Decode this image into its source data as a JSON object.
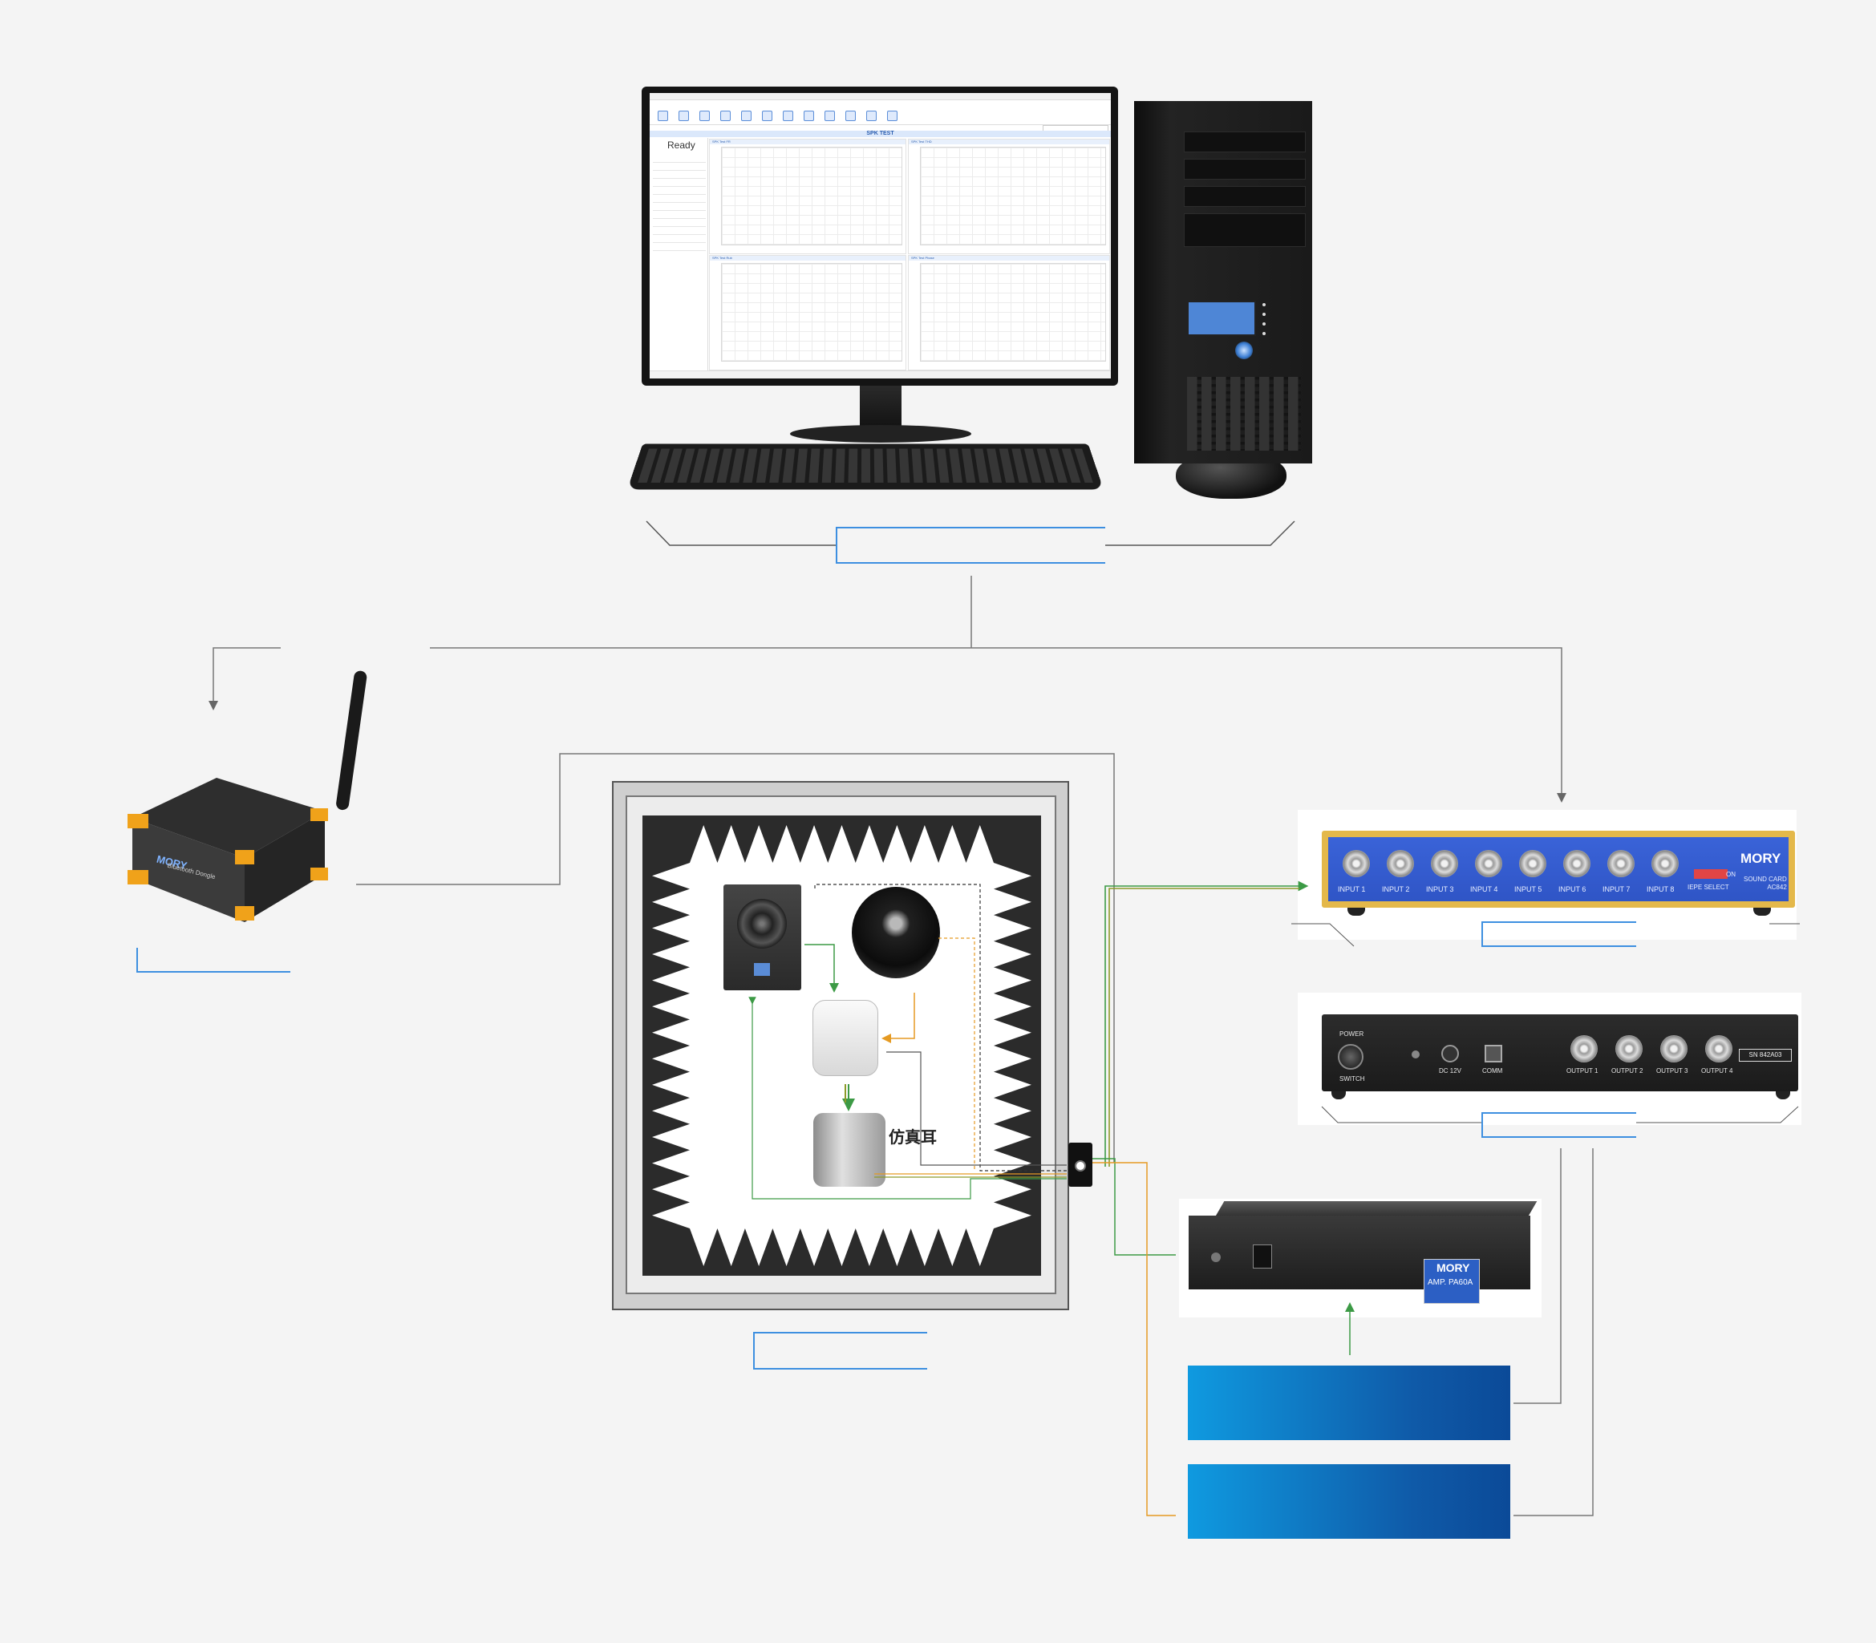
{
  "software": {
    "banner": "SPK TEST",
    "status": "Ready",
    "plot_titles": [
      "SPK Test FR",
      "SPK Test THD",
      "SPK Test Rub",
      "SPK Test Phase"
    ]
  },
  "dongle": {
    "brand": "MORY",
    "name": "Bluetooth Dongle"
  },
  "chamber": {
    "ear_simulator_label": "仿真耳"
  },
  "sound_card": {
    "inputs": [
      "INPUT 1",
      "INPUT 2",
      "INPUT 3",
      "INPUT 4",
      "INPUT 5",
      "INPUT 6",
      "INPUT 7",
      "INPUT 8"
    ],
    "brand": "MORY",
    "type": "SOUND CARD",
    "model": "AC842",
    "iepe_label": "IEPE SELECT",
    "on_label": "ON"
  },
  "output_unit": {
    "power_label": "POWER",
    "switch_label": "SWITCH",
    "dc_label": "DC 12V",
    "comm_label": "COMM",
    "outputs": [
      "OUTPUT 1",
      "OUTPUT 2",
      "OUTPUT 3",
      "OUTPUT 4"
    ],
    "serial": "SN 842A03"
  },
  "amplifier": {
    "brand": "MORY",
    "model": "AMP. PA60A"
  },
  "colors": {
    "callout_blue": "#3d8fe0",
    "line_gray": "#666666",
    "line_green": "#3c9a45",
    "line_orange": "#e59a23",
    "line_olive": "#8c9a2a",
    "bar_gradient_start": "#0f9ae0",
    "bar_gradient_end": "#0b4a98",
    "sound_card_blue": "#3a63d8",
    "sound_card_gold": "#e4b84a"
  }
}
